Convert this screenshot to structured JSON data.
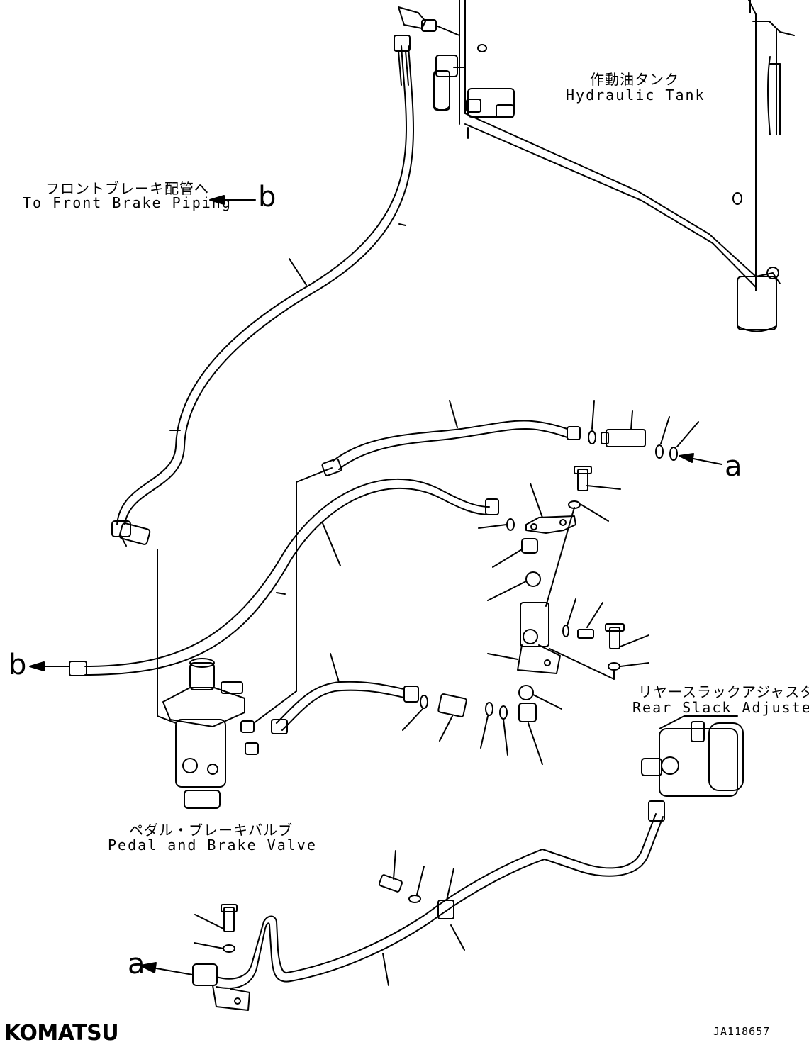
{
  "labels": {
    "hydraulic_tank_ja": "作動油タンク",
    "hydraulic_tank_en": "Hydraulic Tank",
    "front_brake_ja": "フロントブレーキ配管へ",
    "front_brake_en": "To Front Brake Piping",
    "rear_slack_ja": "リヤースラックアジャスタ",
    "rear_slack_en": "Rear Slack Adjuster",
    "pedal_valve_ja": "ペダル・ブレーキバルブ",
    "pedal_valve_en": "Pedal and Brake Valve"
  },
  "refs": {
    "b_top": "b",
    "b_left": "b",
    "a_right": "a",
    "a_bottom": "a"
  },
  "drawing_code": "JA118657",
  "brand": "KOMATSU"
}
